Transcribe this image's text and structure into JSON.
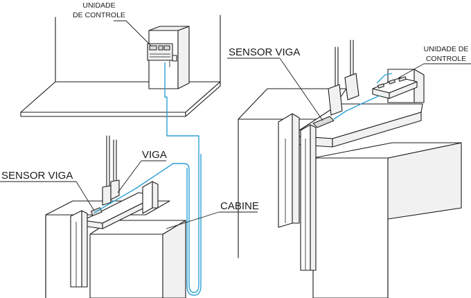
{
  "labels": {
    "control_unit_top_line1": "UNIDADE",
    "control_unit_top_line2": "DE CONTROLE",
    "viga": "VIGA",
    "sensor_viga_left": "SENSOR VIGA",
    "cabine": "CABINE",
    "sensor_viga_right": "SENSOR VIGA",
    "control_unit_right_line1": "UNIDADE DE",
    "control_unit_right_line2": "CONTROLE"
  },
  "colors": {
    "line": "#1a1a1a",
    "cable": "#2b9fd3",
    "background": "#ffffff"
  }
}
